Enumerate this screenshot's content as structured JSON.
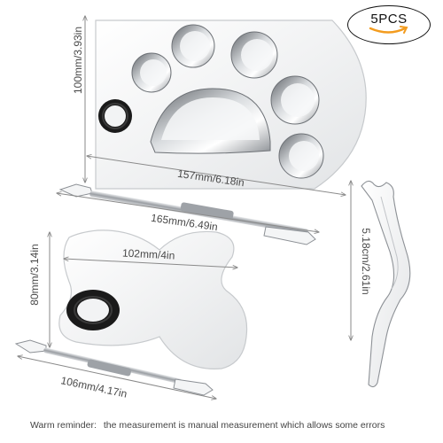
{
  "badge": {
    "label": "5PCS",
    "smile_color": "#f39c1f"
  },
  "dimensions": {
    "palette_height": "100mm/3.93in",
    "palette_width": "157mm/6.18in",
    "spatula_length": "165mm/6.49in",
    "butterfly_width": "102mm/4in",
    "butterfly_height": "80mm/3.14in",
    "small_spatula_length": "106mm/4.17in",
    "tweezer_length": "5.18cm/2.61in"
  },
  "notice": {
    "label": "Warm reminder:",
    "text": "the measurement is manual measurement which allows some errors"
  },
  "colors": {
    "steel_light": "#f4f5f6",
    "steel_mid": "#c9ccd0",
    "steel_dark": "#6e7277",
    "ring_black": "#1a1a1a",
    "dim_line": "#8a8a8a"
  },
  "objects": [
    "half-moon-palette",
    "double-ended-spatula",
    "butterfly-palette",
    "small-spatula",
    "lash-applicator-tweezer"
  ]
}
